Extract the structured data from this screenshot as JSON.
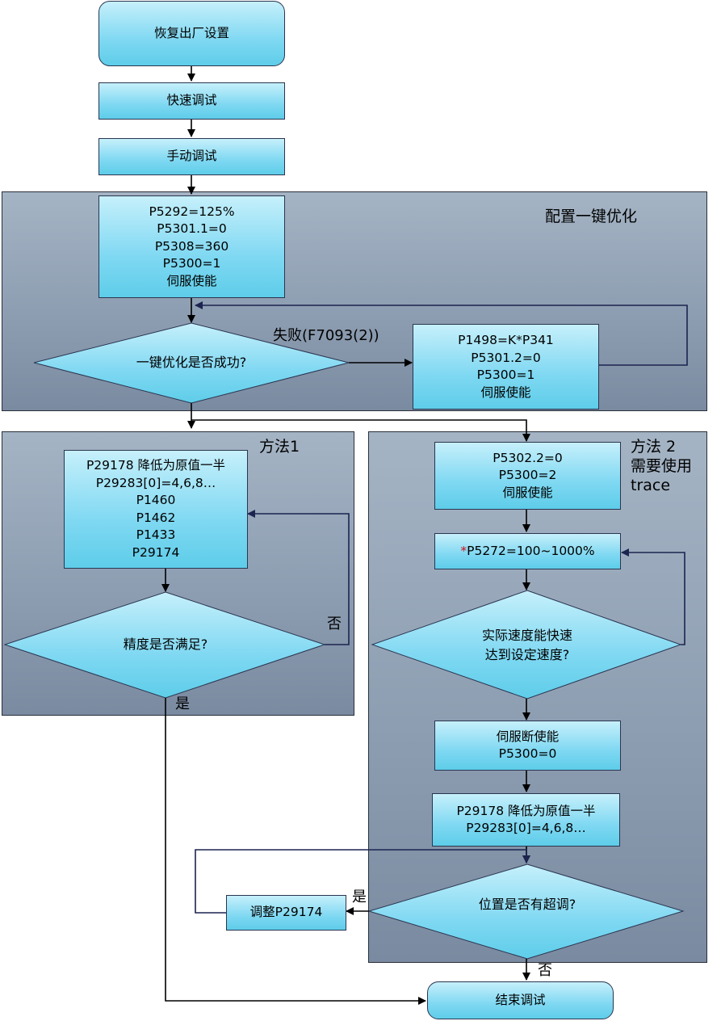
{
  "regions": {
    "optimize": {
      "label": "配置一键优化"
    },
    "method1": {
      "label": "方法1"
    },
    "method2": {
      "label": "方法 2\n需要使用\ntrace"
    }
  },
  "boxes": {
    "reset": [
      "恢复出厂设置"
    ],
    "quick": [
      "快速调试"
    ],
    "manual": [
      "手动调试"
    ],
    "p5292": [
      "P5292=125%",
      "P5301.1=0",
      "P5308=360",
      "P5300=1",
      "伺服使能"
    ],
    "p1498": [
      "P1498=K*P341",
      "P5301.2=0",
      "P5300=1",
      "伺服使能"
    ],
    "m1_params": [
      "P29178 降低为原值一半",
      "P29283[0]=4,6,8…",
      "P1460",
      "P1462",
      "P1433",
      "P29174"
    ],
    "p5302": [
      "P5302.2=0",
      "P5300=2",
      "伺服使能"
    ],
    "p5272": {
      "mark": "*",
      "text": "P5272=100~1000%"
    },
    "servo_off": [
      "伺服断使能",
      "P5300=0"
    ],
    "m2_params": [
      "P29178 降低为原值一半",
      "P29283[0]=4,6,8…"
    ],
    "adjust": [
      "调整P29174"
    ],
    "end": [
      "结束调试"
    ]
  },
  "decisions": {
    "optimize_ok": [
      "一键优化是否成功?"
    ],
    "precision_ok": [
      "精度是否满足?"
    ],
    "speed_ok": [
      "实际速度能快速",
      "达到设定速度?"
    ],
    "overshoot": [
      "位置是否有超调?"
    ]
  },
  "edge_labels": {
    "fail": "失败(F7093(2))",
    "m1_no": "否",
    "m1_yes": "是",
    "overshoot_yes": "是",
    "overshoot_no": "否"
  },
  "colors": {
    "box_fill": "#7fd8f2",
    "region_fill": "#8e9eb2",
    "arrow": "#000000",
    "loop_line": "#1c2450",
    "mark_red": "#d0101a"
  }
}
